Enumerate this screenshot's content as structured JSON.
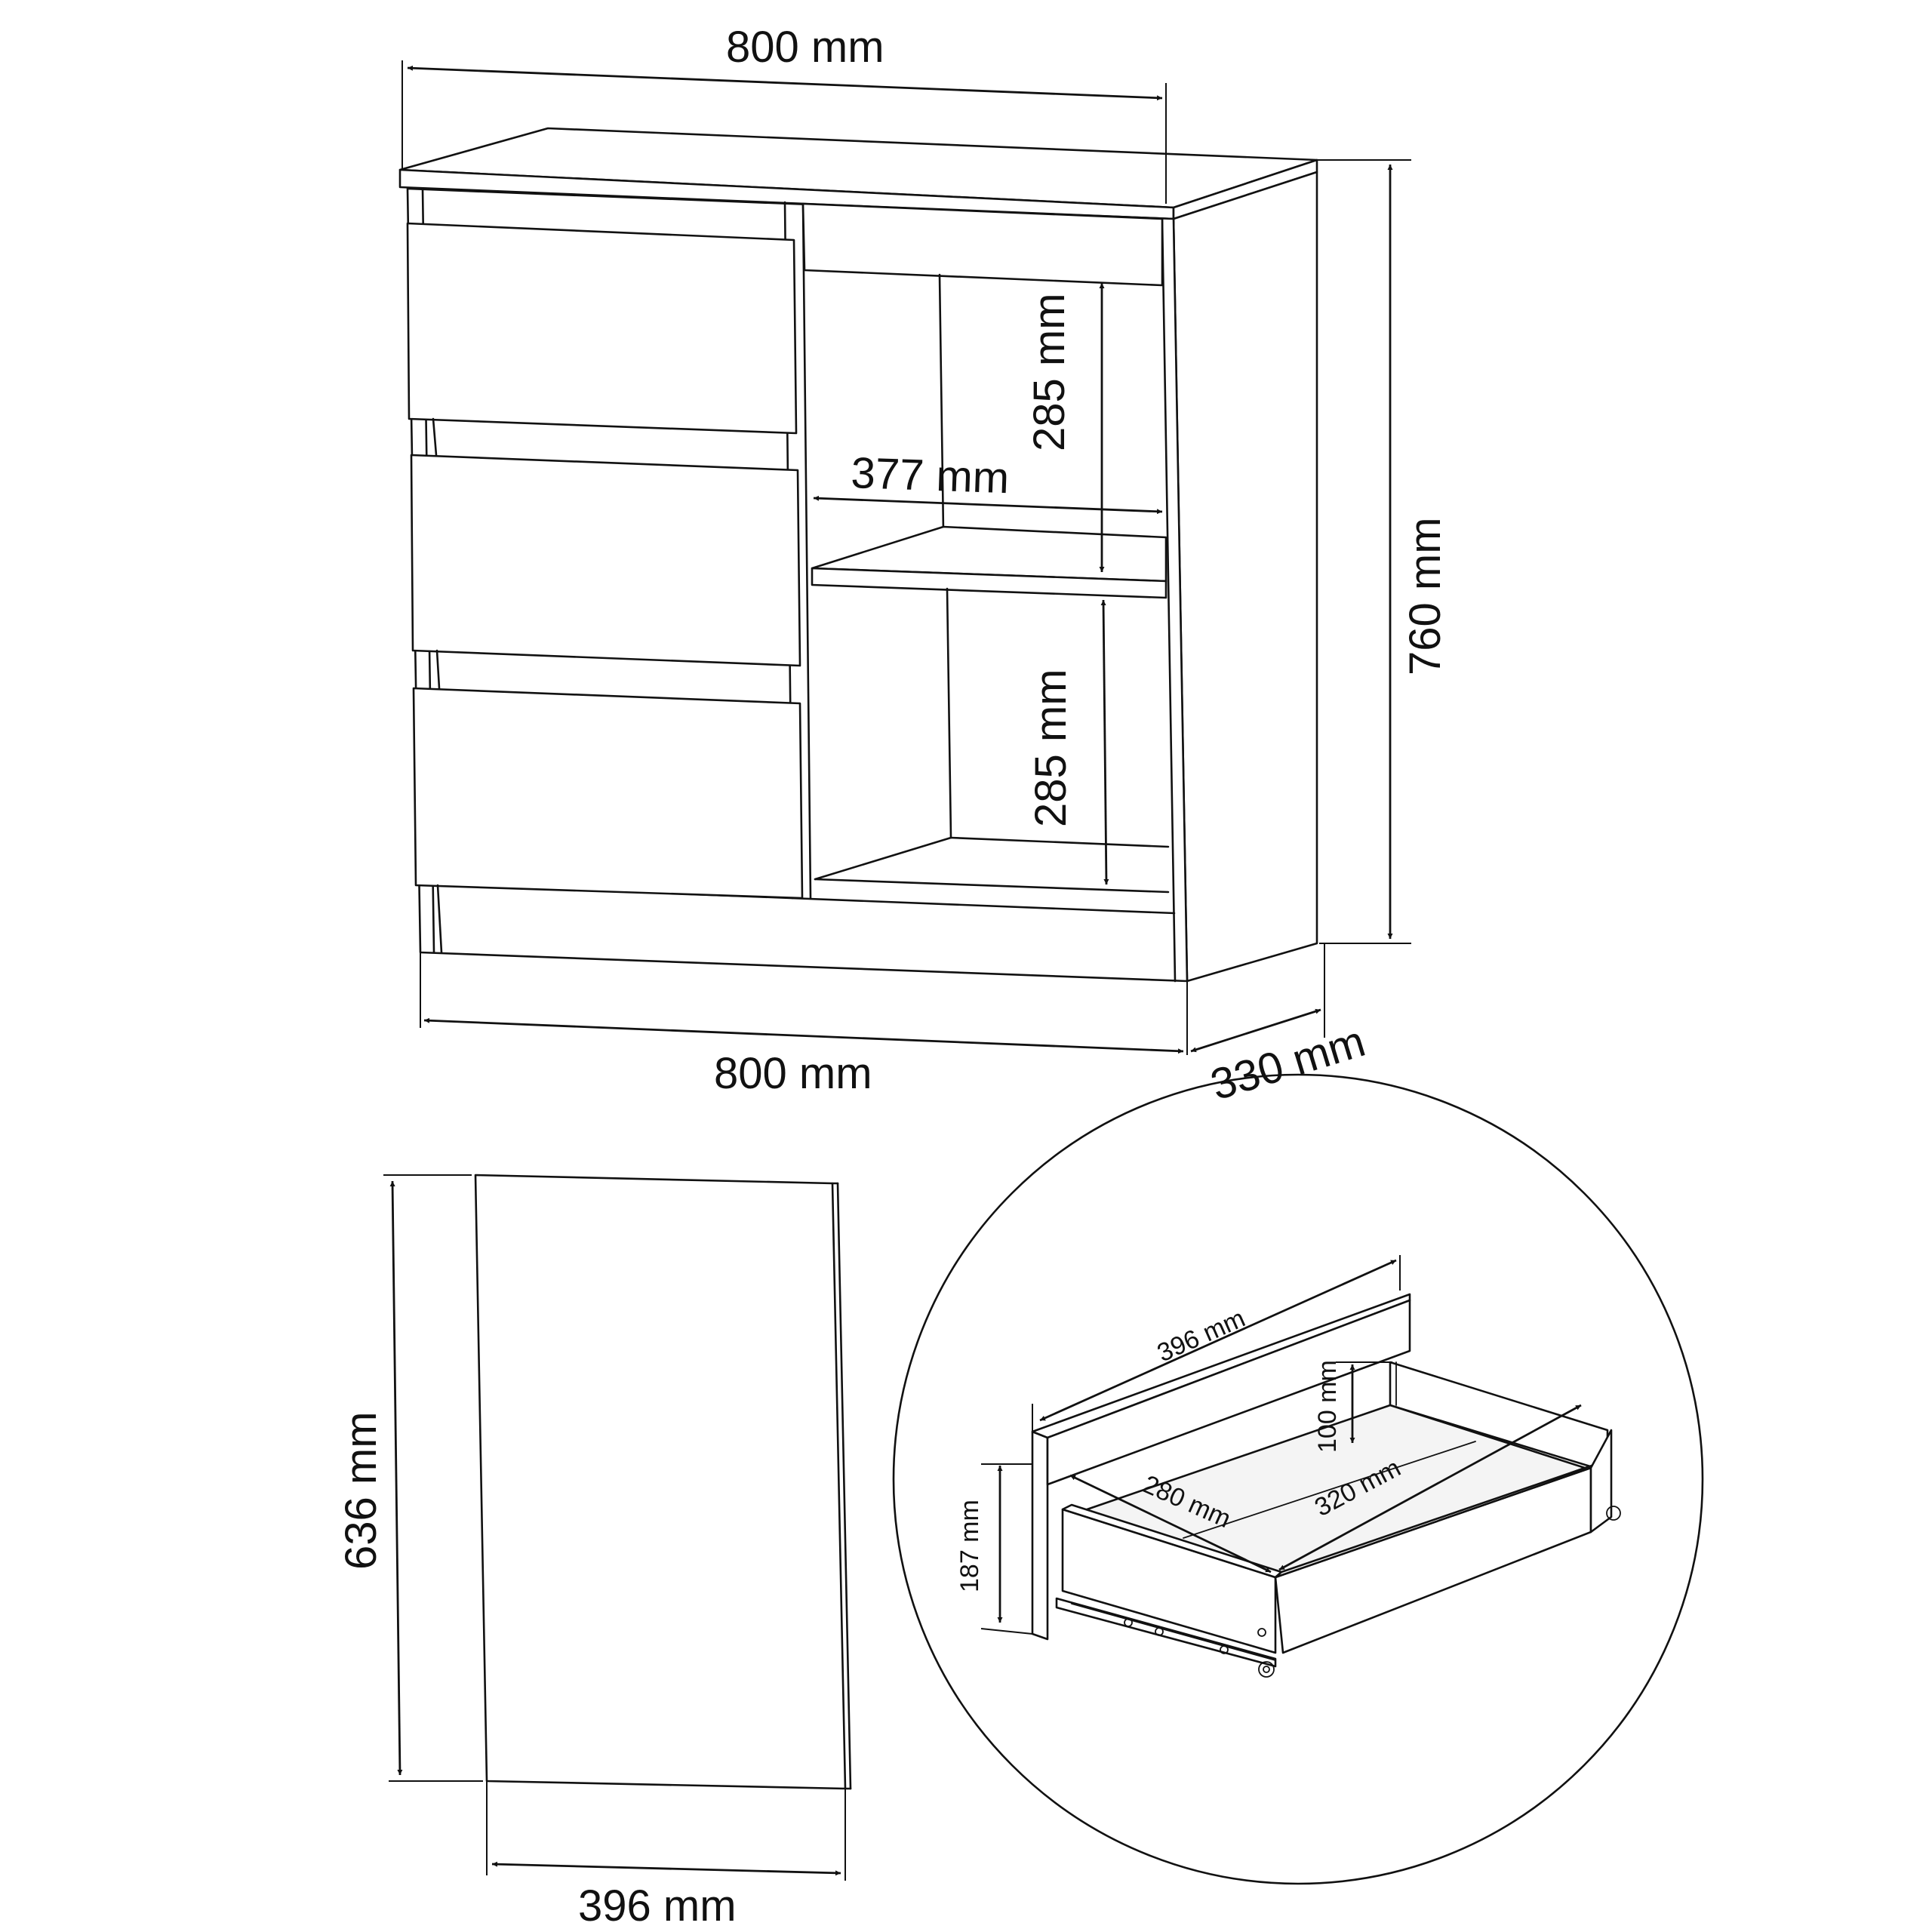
{
  "colors": {
    "line": "#111111",
    "background": "#ffffff"
  },
  "dimensions": {
    "top_width": "800 mm",
    "bottom_width": "800 mm",
    "height": "760 mm",
    "depth": "330 mm",
    "shelf_upper_height": "285 mm",
    "shelf_lower_height": "285 mm",
    "shelf_width": "377 mm",
    "drawer_front_height": "636 mm",
    "drawer_front_width": "396 mm"
  },
  "detail": {
    "drawer_front_width": "396 mm",
    "drawer_depth": "280 mm",
    "drawer_inner_width": "320 mm",
    "drawer_side_height": "100 mm",
    "drawer_front_height": "187 mm"
  }
}
